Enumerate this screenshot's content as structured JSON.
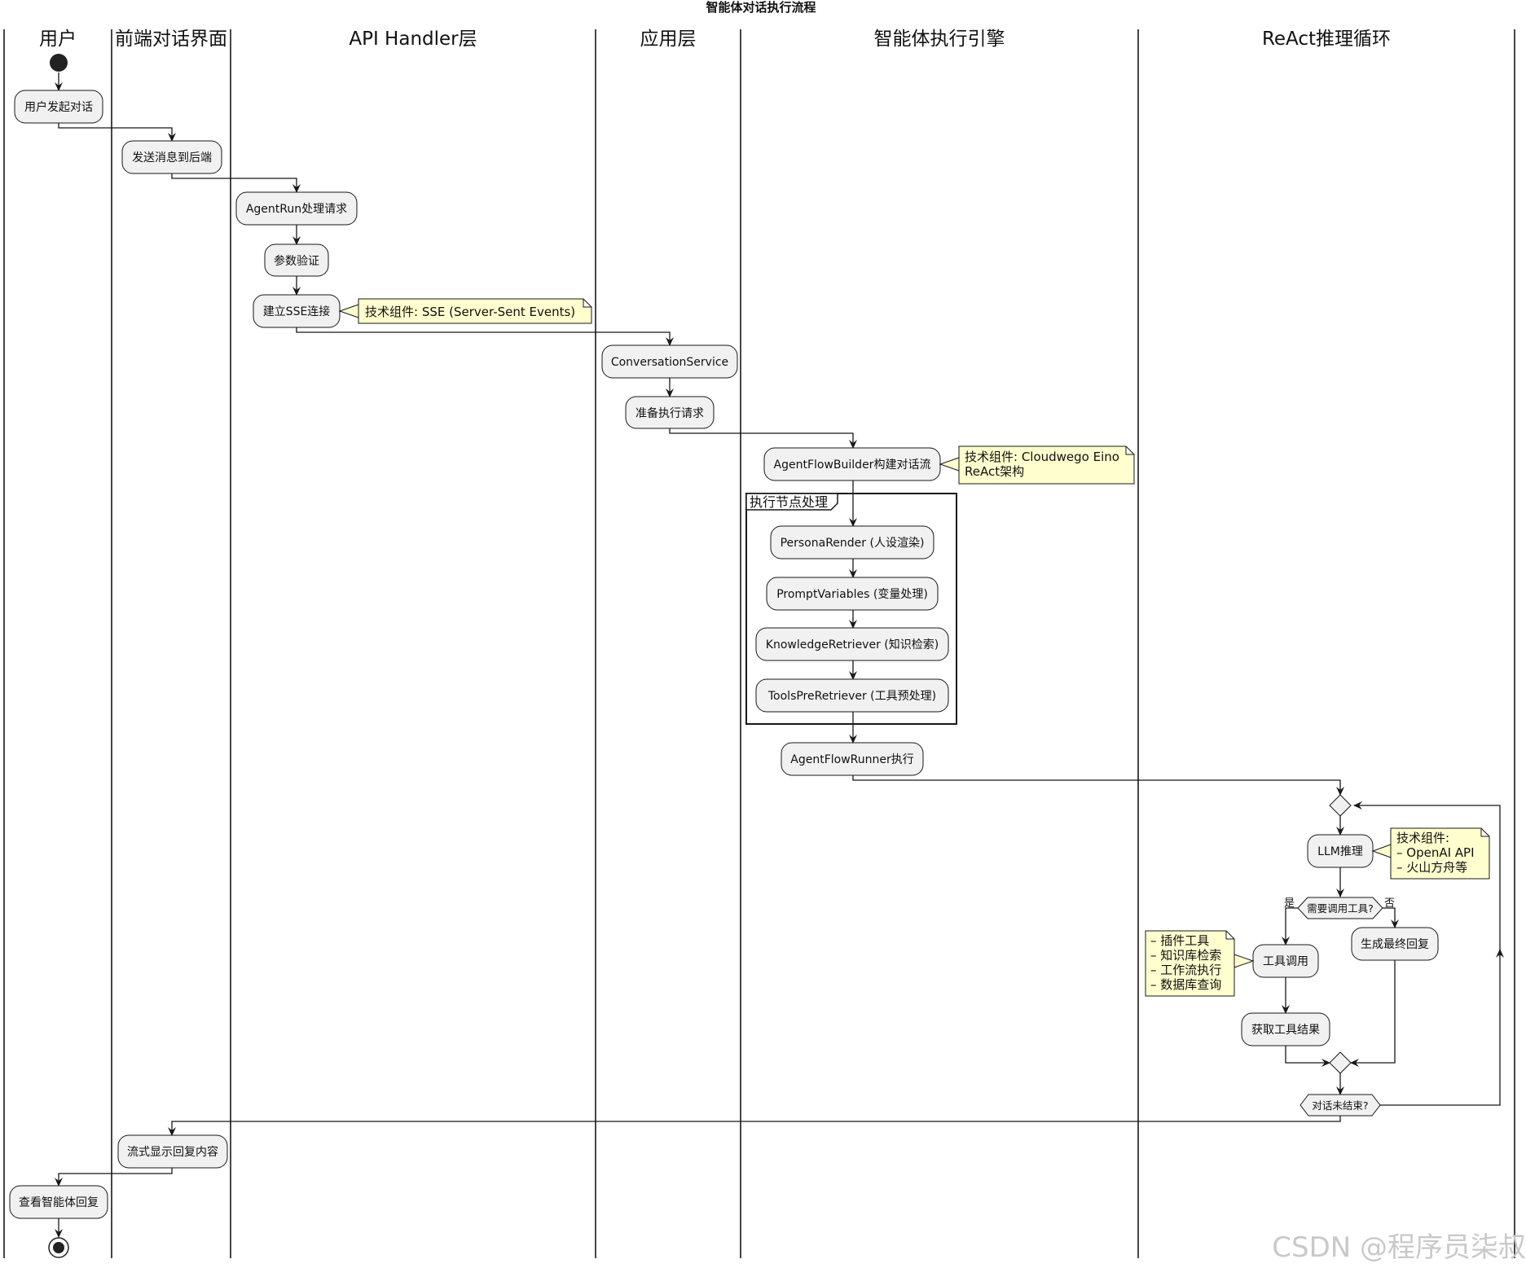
{
  "title": "智能体对话执行流程",
  "lanes": [
    "用户",
    "前端对话界面",
    "API Handler层",
    "应用层",
    "智能体执行引擎",
    "ReAct推理循环"
  ],
  "nodes": {
    "user_start_chat": "用户发起对话",
    "send_message": "发送消息到后端",
    "agent_run": "AgentRun处理请求",
    "param_validate": "参数验证",
    "sse_connect": "建立SSE连接",
    "conversation_service": "ConversationService",
    "prepare_request": "准备执行请求",
    "flow_builder": "AgentFlowBuilder构建对话流",
    "persona_render": "PersonaRender (人设渲染)",
    "prompt_variables": "PromptVariables (变量处理)",
    "knowledge_retriever": "KnowledgeRetriever (知识检索)",
    "tools_pre_retriever": "ToolsPreRetriever (工具预处理)",
    "flow_runner": "AgentFlowRunner执行",
    "llm_reasoning": "LLM推理",
    "tool_call": "工具调用",
    "get_tool_result": "获取工具结果",
    "final_reply": "生成最终回复",
    "stream_display": "流式显示回复内容",
    "view_reply": "查看智能体回复"
  },
  "decisions": {
    "need_tool": "需要调用工具?",
    "not_finished": "对话未结束?",
    "yes": "是",
    "no": "否"
  },
  "group": {
    "label": "执行节点处理"
  },
  "notes": {
    "sse": [
      "技术组件: SSE (Server-Sent Events)"
    ],
    "eino": [
      "技术组件: Cloudwego Eino",
      "ReAct架构"
    ],
    "llm": [
      "技术组件:",
      "– OpenAI API",
      "– 火山方舟等"
    ],
    "tools": [
      "– 插件工具",
      "– 知识库检索",
      "– 工作流执行",
      "– 数据库查询"
    ]
  },
  "watermark": "CSDN @程序员柒叔"
}
